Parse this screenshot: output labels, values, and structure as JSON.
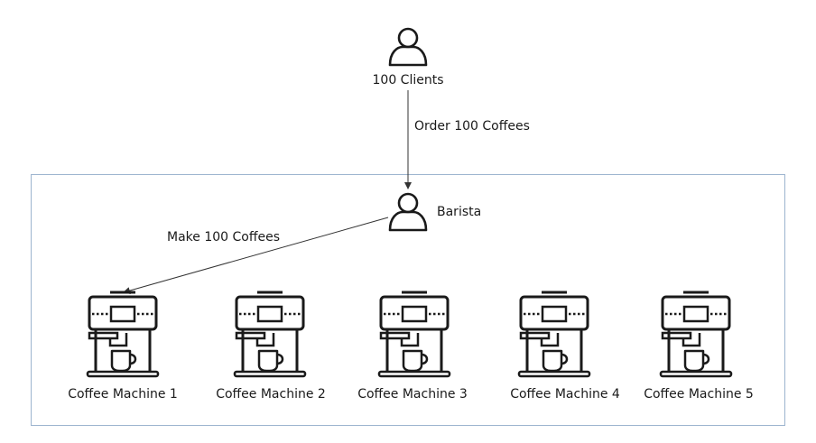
{
  "clients": {
    "label": "100 Clients"
  },
  "order_edge": {
    "label": "Order 100 Coffees"
  },
  "barista": {
    "label": "Barista"
  },
  "make_edge": {
    "label": "Make 100 Coffees"
  },
  "machines": [
    {
      "label": "Coffee Machine 1"
    },
    {
      "label": "Coffee Machine 2"
    },
    {
      "label": "Coffee Machine 3"
    },
    {
      "label": "Coffee Machine 4"
    },
    {
      "label": "Coffee Machine 5"
    }
  ],
  "colors": {
    "stroke": "#1a1a1a",
    "container_border": "#9db4cf",
    "edge": "#333333"
  },
  "icons": {
    "person": "person-icon",
    "machine": "coffee-machine-icon"
  }
}
